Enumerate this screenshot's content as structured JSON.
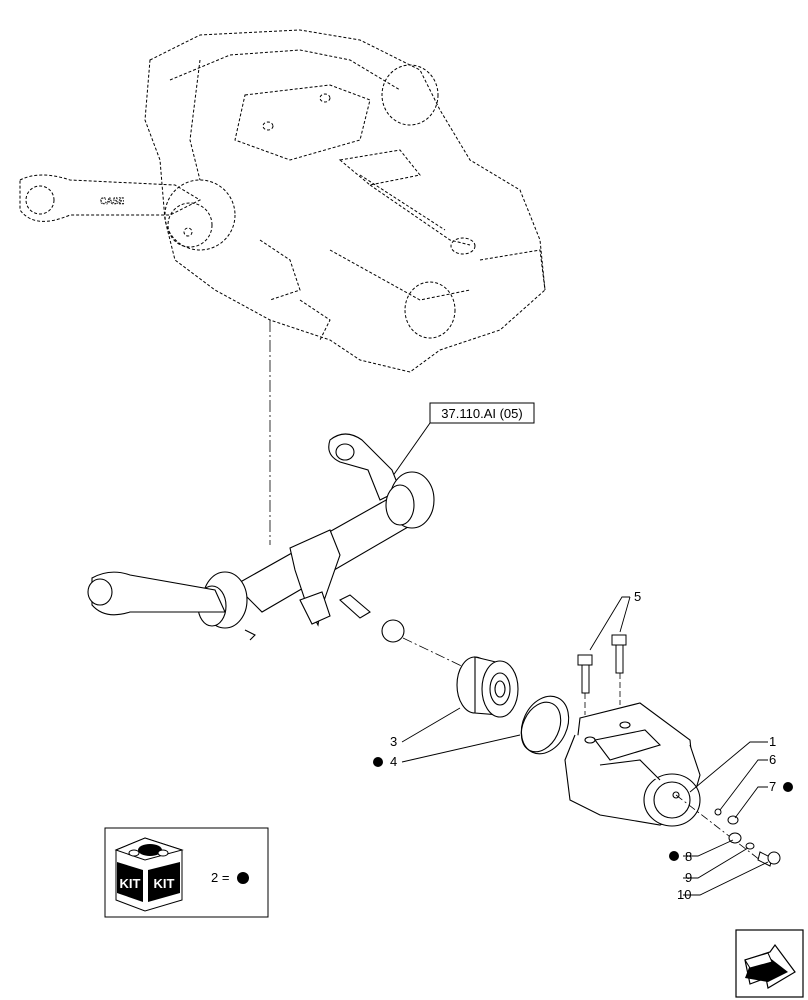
{
  "reference_label": "37.110.AI (05)",
  "callouts": {
    "c1": "1",
    "c3": "3",
    "c4": "4",
    "c5": "5",
    "c6": "6",
    "c7": "7",
    "c8": "8",
    "c9": "9",
    "c10": "10"
  },
  "legend": {
    "kit_text_left": "KIT",
    "kit_text_right": "KIT",
    "equation": "2 ="
  },
  "icons": {
    "kit_box": "kit-box-icon",
    "nav_arrow": "navigate-next-icon",
    "bullet": "kit-bullet-icon"
  }
}
